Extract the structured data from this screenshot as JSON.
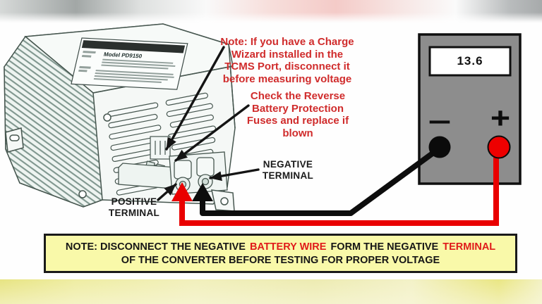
{
  "annotations": {
    "charge_wizard_note": "Note: If you have a Charge\nWizard installed in the\nTCMS Port, disconnect it\nbefore measuring voltage",
    "fuse_note": "Check the Reverse\nBattery Protection\nFuses and replace if\nblown",
    "negative_terminal_label": "NEGATIVE\nTERMINAL",
    "positive_terminal_label": "POSITIVE\nTERMINAL"
  },
  "converter": {
    "label_model": "Model PD9150"
  },
  "multimeter": {
    "display_value": "13.6",
    "minus_label": "−",
    "plus_label": "+"
  },
  "note_box": {
    "seg_black_1": "NOTE: DISCONNECT THE NEGATIVE",
    "seg_red_1": "BATTERY WIRE",
    "seg_black_2": "FORM THE NEGATIVE",
    "seg_red_2": "TERMINAL",
    "line2": "OF THE CONVERTER BEFORE TESTING FOR PROPER VOLTAGE"
  },
  "colors": {
    "annotation_red": "#d02c2c",
    "highlight_red": "#e01a1a",
    "wire_red": "#e90000",
    "wire_black": "#0d0d0d",
    "meter_gray": "#8d8d8d",
    "note_box_yellow": "#f9f9a9"
  }
}
